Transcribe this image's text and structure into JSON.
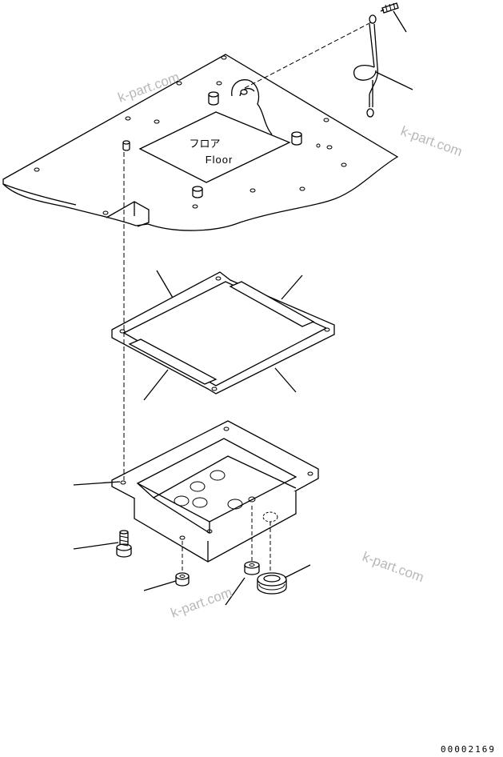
{
  "diagram": {
    "floor_label_jp": "フロア",
    "floor_label_en": "Floor",
    "drawing_number": "00002169",
    "watermark_text": "k-part.com"
  }
}
